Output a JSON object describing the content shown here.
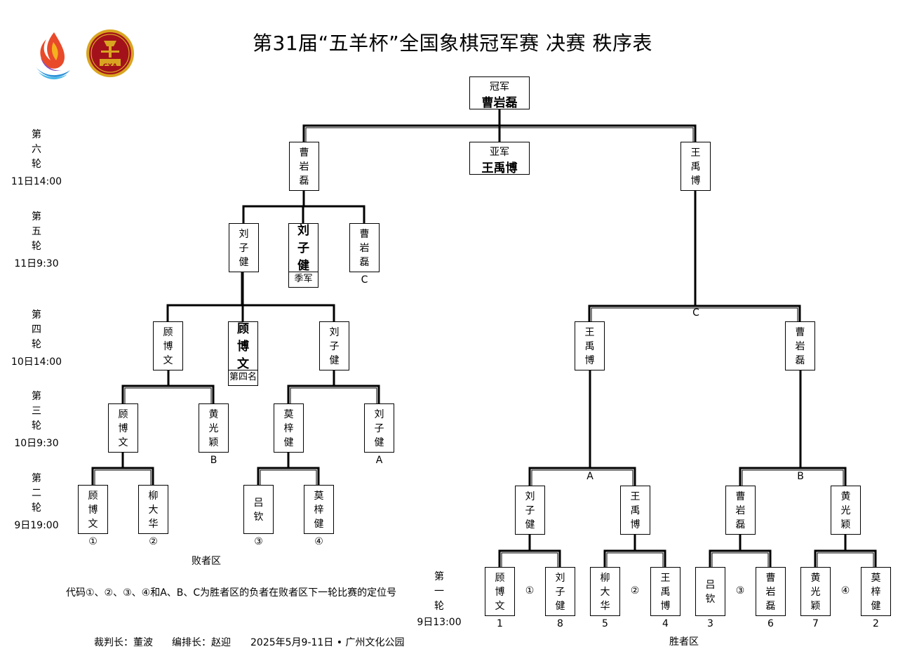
{
  "title": "第31届“五羊杯”全国象棋冠军赛  决赛  秩序表",
  "champion": {
    "label": "冠军",
    "name": "曹岩磊"
  },
  "runner_up": {
    "label": "亚军",
    "name": "王禹博"
  },
  "rounds": [
    {
      "chars": [
        "第",
        "六",
        "轮"
      ],
      "time": "11日14:00"
    },
    {
      "chars": [
        "第",
        "五",
        "轮"
      ],
      "time": "11日9:30"
    },
    {
      "chars": [
        "第",
        "四",
        "轮"
      ],
      "time": "10日14:00"
    },
    {
      "chars": [
        "第",
        "三",
        "轮"
      ],
      "time": "10日9:30"
    },
    {
      "chars": [
        "第",
        "二",
        "轮"
      ],
      "time": "9日19:00"
    },
    {
      "chars": [
        "第",
        "一",
        "轮"
      ],
      "time": "9日13:00"
    }
  ],
  "winners_round1": [
    {
      "name": "顾博文",
      "seed": "1"
    },
    {
      "name": "刘子健",
      "seed": "8"
    },
    {
      "name": "柳大华",
      "seed": "5"
    },
    {
      "name": "王禹博",
      "seed": "4"
    },
    {
      "name": "吕钦",
      "seed": "3"
    },
    {
      "name": "曹岩磊",
      "seed": "6"
    },
    {
      "name": "黄光颖",
      "seed": "7"
    },
    {
      "name": "莫梓健",
      "seed": "2"
    }
  ],
  "winners_round1_codes": [
    "①",
    "②",
    "③",
    "④"
  ],
  "winners_round2": [
    "刘子健",
    "王禹博",
    "曹岩磊",
    "黄光颖"
  ],
  "winners_round2_codes": [
    "A",
    "B"
  ],
  "winners_round3": [
    "王禹博",
    "曹岩磊"
  ],
  "winners_round3_code": "C",
  "winners_final_winner": "王禹博",
  "losers_round2": [
    {
      "name": "顾博文",
      "code": "①"
    },
    {
      "name": "柳大华",
      "code": "②"
    },
    {
      "name": "吕钦",
      "code": "③"
    },
    {
      "name": "莫梓健",
      "code": "④"
    }
  ],
  "losers_round3": [
    {
      "name": "顾博文",
      "code": ""
    },
    {
      "name": "黄光颖",
      "code": "B"
    },
    {
      "name": "莫梓健",
      "code": ""
    },
    {
      "name": "刘子健",
      "code": "A"
    }
  ],
  "losers_round4": [
    {
      "name": "顾博文",
      "tag": ""
    },
    {
      "name": "顾博文",
      "tag": "第四名"
    },
    {
      "name": "刘子健",
      "tag": ""
    }
  ],
  "losers_round5": [
    {
      "name": "刘子健",
      "tag": ""
    },
    {
      "name": "刘子健",
      "tag": "季军"
    },
    {
      "name": "曹岩磊",
      "tag": "C"
    }
  ],
  "losers_final_winner": "曹岩磊",
  "winners_label": "胜者区",
  "losers_label": "败者区",
  "note": "代码①、②、③、④和A、B、C为胜者区的负者在败者区下一轮比赛的定位号",
  "footer": {
    "referee": "裁判长：董波",
    "scheduler": "编排长：赵迎",
    "date_place": "2025年5月9-11日 • 广州文化公园"
  },
  "logos": {
    "left": "flame-logo",
    "right": "cxa-logo",
    "right_text": "CXA",
    "right_color": "#a3121a",
    "ring_color": "#d9a520"
  },
  "colors": {
    "line": "#000000",
    "text": "#000000"
  }
}
